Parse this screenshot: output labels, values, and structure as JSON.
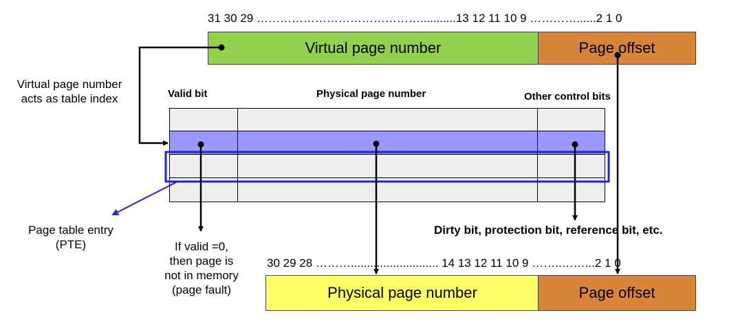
{
  "virtual_address": {
    "bit_labels": "31 30 29 ……………………………………...........13 12 11 10 9 …………......2 1 0",
    "page_number_label": "Virtual page number",
    "page_offset_label": "Page offset"
  },
  "left_note": {
    "line1": "Virtual page number",
    "line2": "acts as table index"
  },
  "page_table": {
    "col_valid": "Valid bit",
    "col_ppn": "Physical page number",
    "col_control": "Other control bits",
    "rows": 4,
    "highlighted_row": 1,
    "selected_row": 2
  },
  "pte_note": {
    "line1": "Page table entry",
    "line2": "(PTE)"
  },
  "valid_note": {
    "line1": "If valid =0,",
    "line2": "then page is",
    "line3": "not in memory",
    "line4": "(page fault)"
  },
  "control_note": "Dirty bit, protection bit, reference bit, etc.",
  "physical_address": {
    "bit_labels": "30 29 28 ………...........................  14 13 12 11 10 9 ……..……...2 1 0",
    "page_number_label": "Physical page number",
    "page_offset_label": "Page offset"
  },
  "colors": {
    "virtual_page_number": "#92d050",
    "page_offset": "#d8843a",
    "physical_page_number": "#ffff66",
    "row_highlight": "#9999ff",
    "row_fill": "#efefef",
    "pte_outline": "#2020e0"
  }
}
